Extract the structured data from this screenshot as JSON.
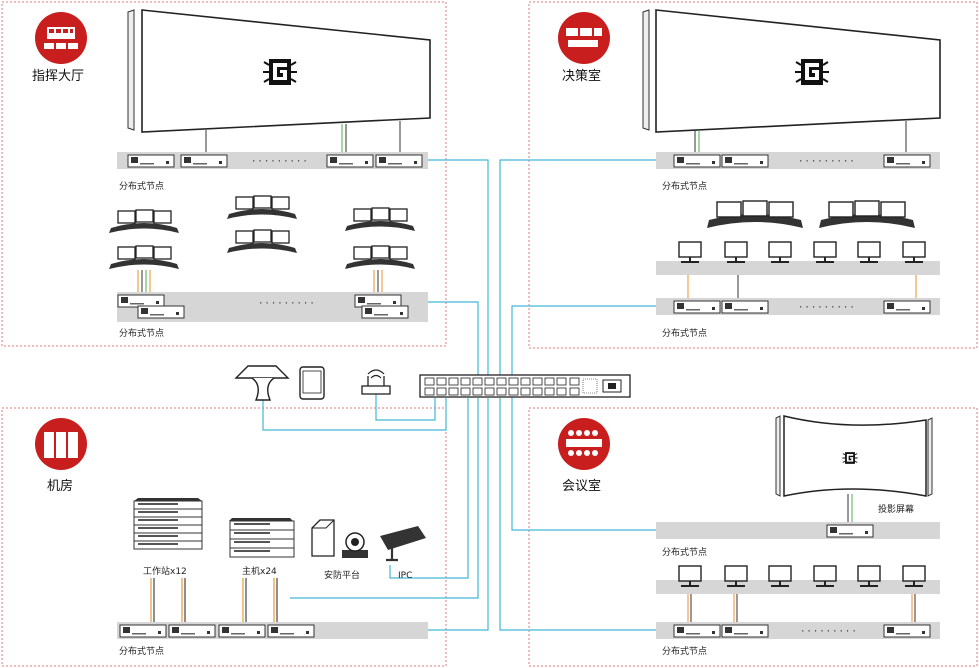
{
  "rooms": {
    "command_hall": {
      "title": "指挥大厅"
    },
    "decision_room": {
      "title": "决策室"
    },
    "machine_room": {
      "title": "机房"
    },
    "meeting_room": {
      "title": "会议室"
    }
  },
  "labels": {
    "node_bar": "分布式节点",
    "ellipsis": "·········",
    "workstation": "工作站x12",
    "host": "主机x24",
    "security_platform": "安防平台",
    "ipc": "IPC",
    "projection_screen": "投影屏幕"
  },
  "colors": {
    "room_border": "#e07a7a",
    "room_icon": "#c81e1e",
    "link": "#44b8d8",
    "node_bar": "#d6d6d6",
    "cable_orange": "#e8902a",
    "cable_green": "#4caf50"
  }
}
